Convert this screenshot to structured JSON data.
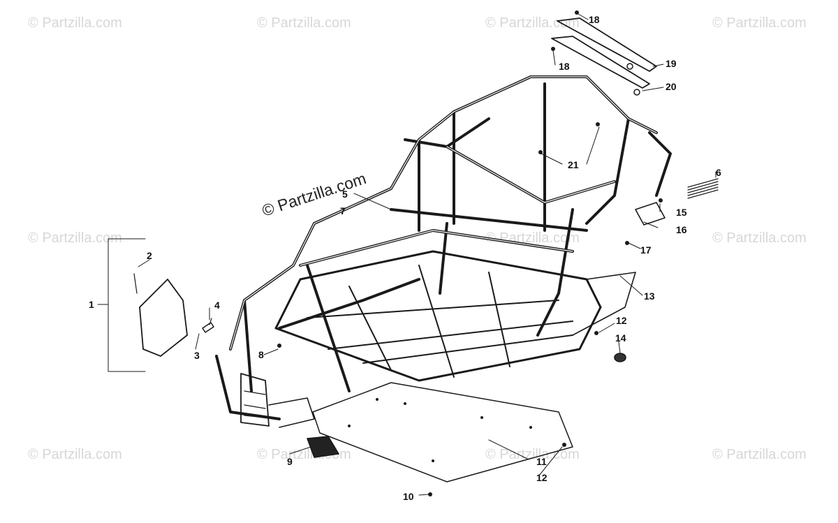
{
  "watermark": {
    "text": "© Partzilla.com"
  },
  "callouts": [
    "1",
    "2",
    "3",
    "4",
    "5",
    "6",
    "7",
    "8",
    "9",
    "10",
    "11",
    "12",
    "12",
    "13",
    "14",
    "15",
    "16",
    "17",
    "18",
    "18",
    "19",
    "20",
    "21"
  ]
}
